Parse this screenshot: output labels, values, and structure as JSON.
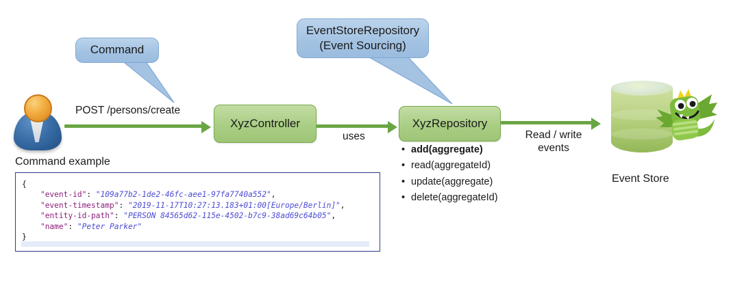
{
  "diagram": {
    "actor": {
      "name": "user-actor",
      "icon": "user-icon"
    },
    "arrows": [
      {
        "label": "POST /persons/create"
      },
      {
        "label": "uses"
      },
      {
        "label": "Read / write",
        "label2": "events"
      }
    ],
    "boxes": [
      {
        "label": "XyzController"
      },
      {
        "label": "XyzRepository"
      }
    ],
    "callouts": [
      {
        "line1": "Command",
        "line2": ""
      },
      {
        "line1": "EventStoreRepository",
        "line2": "(Event Sourcing)"
      }
    ],
    "repository_methods": [
      {
        "label": "add(aggregate)",
        "bold": true
      },
      {
        "label": "read(aggregateId)",
        "bold": false
      },
      {
        "label": "update(aggregate)",
        "bold": false
      },
      {
        "label": "delete(aggregateId)",
        "bold": false
      }
    ],
    "datastore": {
      "label": "Event Store",
      "mascot": "dragon-mascot"
    },
    "colors": {
      "box_fill": "#a9ce84",
      "box_border": "#76a94b",
      "arrow": "#6aa544",
      "callout_fill": "#a4c3e3",
      "callout_border": "#7fa8d4",
      "code_border": "#2b3a8f",
      "json_key": "#8c1f7c",
      "json_value": "#4b4bd4",
      "cylinder": "#aecb74"
    }
  },
  "code_example": {
    "title": "Command example",
    "lines": [
      {
        "indent": 0,
        "key": "",
        "value": "",
        "punct": "{"
      },
      {
        "indent": 1,
        "key": "\"event-id\"",
        "value": "\"109a77b2-1de2-46fc-aee1-97fa7740a552\"",
        "punct": ","
      },
      {
        "indent": 1,
        "key": "\"event-timestamp\"",
        "value": "\"2019-11-17T10:27:13.183+01:00[Europe/Berlin]\"",
        "punct": ","
      },
      {
        "indent": 1,
        "key": "\"entity-id-path\"",
        "value": "\"PERSON 84565d62-115e-4502-b7c9-38ad69c64b05\"",
        "punct": ","
      },
      {
        "indent": 1,
        "key": "\"name\"",
        "value": "\"Peter Parker\"",
        "punct": ""
      },
      {
        "indent": 0,
        "key": "",
        "value": "",
        "punct": "}"
      }
    ]
  }
}
